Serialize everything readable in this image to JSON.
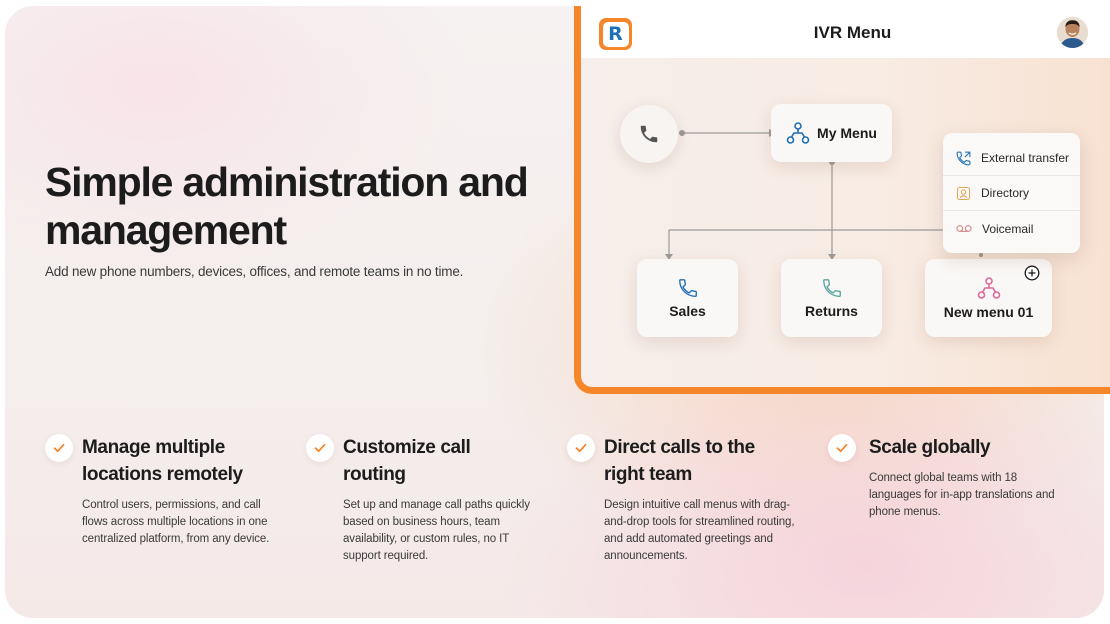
{
  "hero": {
    "title": "Simple administration and management",
    "subtitle": "Add new phone numbers, devices, offices, and remote teams in no time."
  },
  "app": {
    "logo_letter": "R",
    "title": "IVR Menu",
    "accent_color": "#f6862a",
    "flow": {
      "root_label": "My Menu",
      "nodes": [
        {
          "label": "Sales",
          "icon": "phone-icon"
        },
        {
          "label": "Returns",
          "icon": "phone-icon"
        },
        {
          "label": "New menu 01",
          "icon": "menu-tree-icon"
        }
      ]
    },
    "dropdown": {
      "items": [
        {
          "label": "External transfer",
          "icon": "phone-transfer-icon"
        },
        {
          "label": "Directory",
          "icon": "directory-icon"
        },
        {
          "label": "Voicemail",
          "icon": "voicemail-icon"
        }
      ]
    }
  },
  "features": [
    {
      "title": "Manage multiple locations remotely",
      "description": "Control users, permissions, and call flows across multiple locations in one centralized platform, from any device."
    },
    {
      "title": "Customize call routing",
      "description": "Set up and manage call paths quickly based on business hours, team availability, or custom rules, no IT support required."
    },
    {
      "title": "Direct calls to the right team",
      "description": "Design intuitive call menus with drag-and-drop tools for streamlined routing, and add automated greetings and announcements."
    },
    {
      "title": "Scale globally",
      "description": "Connect global teams with 18 languages for in-app translations and phone menus."
    }
  ]
}
